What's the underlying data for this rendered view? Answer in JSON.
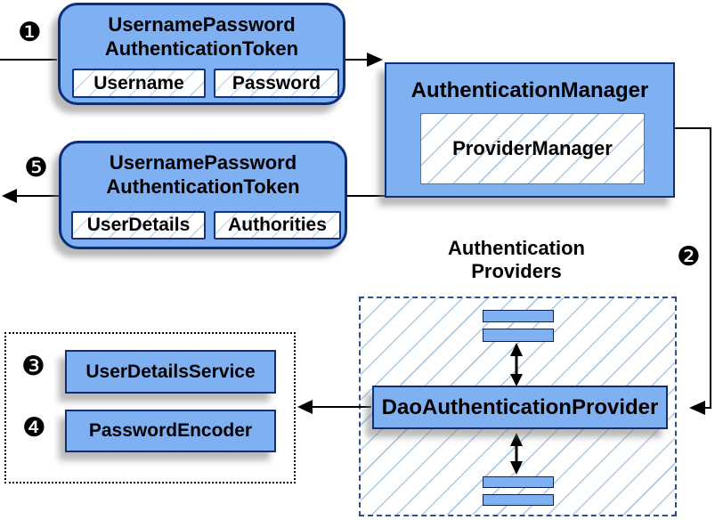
{
  "colors": {
    "box_fill": "#7fb0f2",
    "box_border": "#0b2f7d",
    "inner_field_border": "#14337f",
    "hatch_line": "#a9c9e9",
    "dashed_border": "#2f4d8f",
    "arrow": "#000000",
    "shadow": "#808080"
  },
  "steps": {
    "one": "❶",
    "two": "❷",
    "three": "❸",
    "four": "❹",
    "five": "❺"
  },
  "request_token": {
    "title_line1": "UsernamePassword",
    "title_line2": "AuthenticationToken",
    "field1": "Username",
    "field2": "Password"
  },
  "auth_manager": {
    "title": "AuthenticationManager",
    "inner": "ProviderManager"
  },
  "response_token": {
    "title_line1": "UsernamePassword",
    "title_line2": "AuthenticationToken",
    "field1": "UserDetails",
    "field2": "Authorities"
  },
  "providers": {
    "heading_line1": "Authentication",
    "heading_line2": "Providers",
    "dao": "DaoAuthenticationProvider"
  },
  "services": {
    "user_details_service": "UserDetailsService",
    "password_encoder": "PasswordEncoder"
  }
}
